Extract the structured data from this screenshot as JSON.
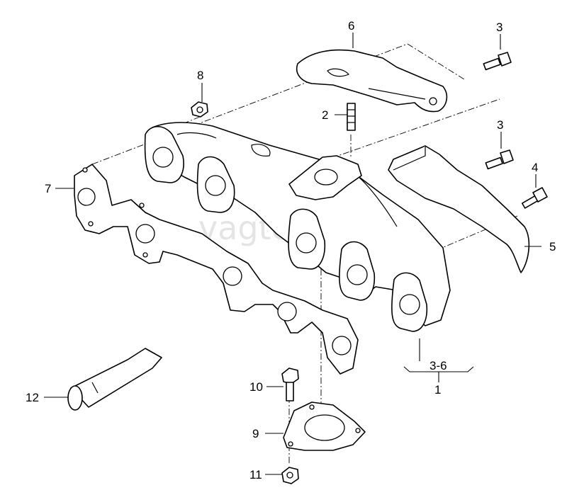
{
  "watermark": "vagtec.ru",
  "callouts": {
    "c1": "1",
    "c2": "2",
    "c3a": "3",
    "c3b": "3",
    "c4": "4",
    "c5": "5",
    "c6": "6",
    "c7": "7",
    "c8": "8",
    "c9": "9",
    "c10": "10",
    "c11": "11",
    "c12": "12",
    "range": "3-6"
  }
}
